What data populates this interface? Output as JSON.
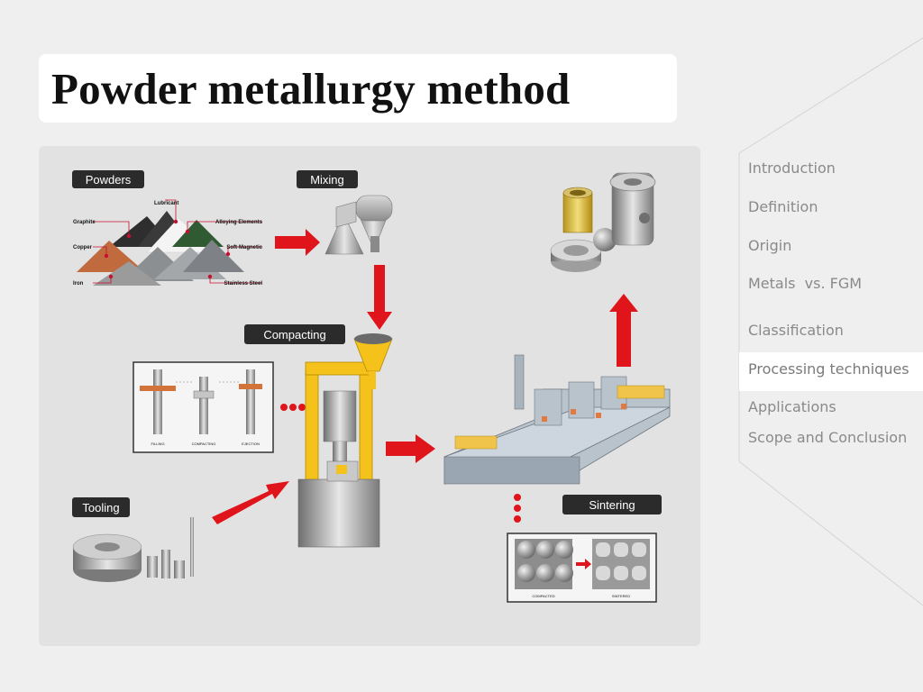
{
  "slide": {
    "title": "Powder metallurgy method"
  },
  "nav": {
    "items": [
      {
        "label": "Introduction"
      },
      {
        "label": "Definition"
      },
      {
        "label": "Origin"
      },
      {
        "label": "Metals  vs. FGM"
      },
      {
        "label": "Classification"
      },
      {
        "label": "Processing techniques",
        "active": true
      },
      {
        "label": "Applications"
      },
      {
        "label": "Scope and Conclusion"
      }
    ]
  },
  "diagram": {
    "stages": {
      "powders": "Powders",
      "mixing": "Mixing",
      "compacting": "Compacting",
      "tooling": "Tooling",
      "sintering": "Sintering"
    },
    "powder_labels": {
      "lubricant": "Lubricant",
      "graphite": "Graphite",
      "alloying": "Alloying Elements",
      "copper": "Copper",
      "soft_magnetic": "Soft-Magnetic",
      "iron": "Iron",
      "stainless": "Stainless Steel"
    },
    "compact_steps": {
      "filling": "FILLING",
      "compacting": "COMPACTING",
      "ejection": "EJECTION"
    },
    "sinter_states": {
      "compacted": "COMPACTED",
      "sintered": "SINTERED"
    },
    "colors": {
      "arrow": "#e0141b",
      "label_bg": "#2b2b2b",
      "press": "#f4c21a"
    }
  }
}
